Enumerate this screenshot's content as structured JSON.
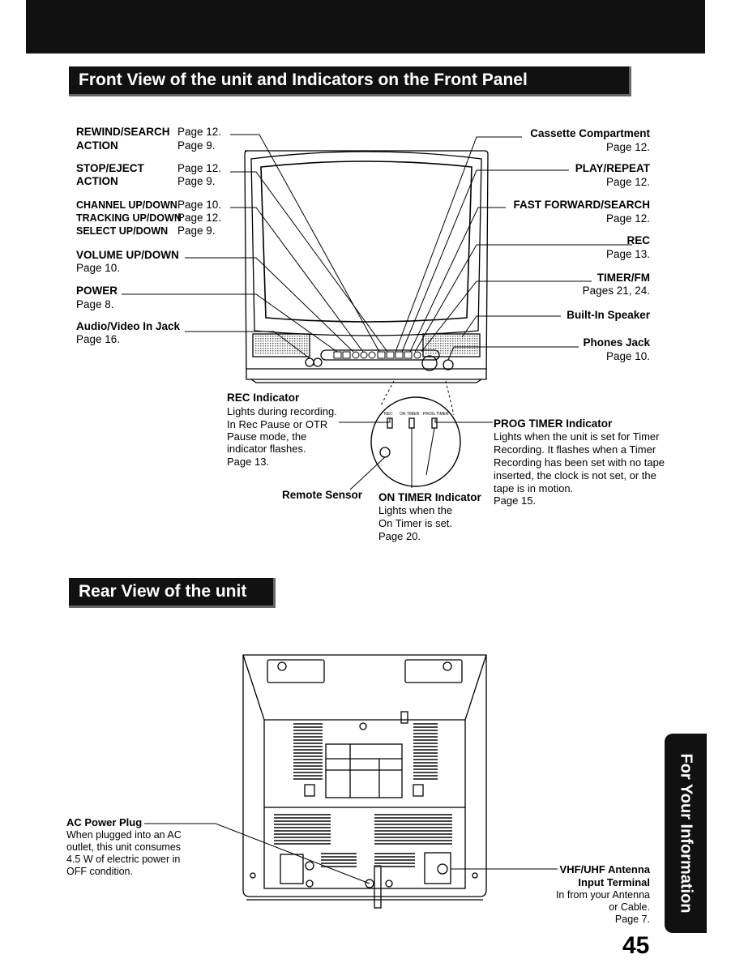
{
  "front": {
    "title": "Front View of the unit and Indicators on the Front Panel",
    "rewind": {
      "label": "REWIND/SEARCH",
      "page": "Page 12.",
      "action": "ACTION",
      "action_page": "Page 9."
    },
    "stop": {
      "label": "STOP/EJECT",
      "page": "Page 12.",
      "action": "ACTION",
      "action_page": "Page 9."
    },
    "channel": {
      "label": "CHANNEL UP/DOWN",
      "page": "Page 10."
    },
    "tracking": {
      "label": "TRACKING UP/DOWN",
      "page": "Page 12."
    },
    "select": {
      "label": "SELECT UP/DOWN",
      "page": "Page 9."
    },
    "volume": {
      "label": "VOLUME UP/DOWN",
      "page": "Page 10."
    },
    "power": {
      "label": "POWER",
      "page": "Page 8."
    },
    "av_jack": {
      "label": "Audio/Video In Jack",
      "page": "Page 16."
    },
    "cassette": {
      "label": "Cassette Compartment",
      "page": "Page 12."
    },
    "play": {
      "label": "PLAY/REPEAT",
      "page": "Page 12."
    },
    "ffwd": {
      "label": "FAST FORWARD/SEARCH",
      "page": "Page 12."
    },
    "rec": {
      "label": "REC",
      "page": "Page 13."
    },
    "timer": {
      "label": "TIMER/FM",
      "page": "Pages 21, 24."
    },
    "speaker": {
      "label": "Built-In Speaker"
    },
    "phones": {
      "label": "Phones Jack",
      "page": "Page 10."
    },
    "rec_indicator": {
      "label": "REC Indicator",
      "desc": [
        "Lights during recording.",
        "In Rec Pause or OTR",
        "Pause mode, the",
        "indicator flashes.",
        "Page 13."
      ]
    },
    "prog_timer": {
      "label": "PROG TIMER Indicator",
      "desc": [
        "Lights when the unit is set for Timer",
        "Recording. It flashes when a Timer",
        "Recording has been set with no tape",
        "inserted, the clock is not set, or the",
        "tape is in motion.",
        "Page 15."
      ]
    },
    "remote_sensor": {
      "label": "Remote Sensor"
    },
    "on_timer": {
      "label": "ON TIMER Indicator",
      "desc": [
        "Lights when the",
        "On Timer is set.",
        "Page 20."
      ]
    },
    "indicator_panel": {
      "rec": "REC",
      "on_timer": "ON TIMER",
      "prog_timer": "PROG.TIMER"
    }
  },
  "rear": {
    "title": "Rear View of the unit",
    "ac_plug": {
      "label": "AC Power Plug",
      "desc": [
        "When plugged into an AC",
        "outlet, this unit consumes",
        "4.5 W of electric power in",
        "OFF condition."
      ]
    },
    "antenna": {
      "label_lines": [
        "VHF/UHF Antenna",
        "Input Terminal"
      ],
      "desc": [
        "In from your Antenna",
        "or Cable.",
        "Page 7."
      ]
    }
  },
  "side_tab": "For Your Information",
  "page_number": "45"
}
